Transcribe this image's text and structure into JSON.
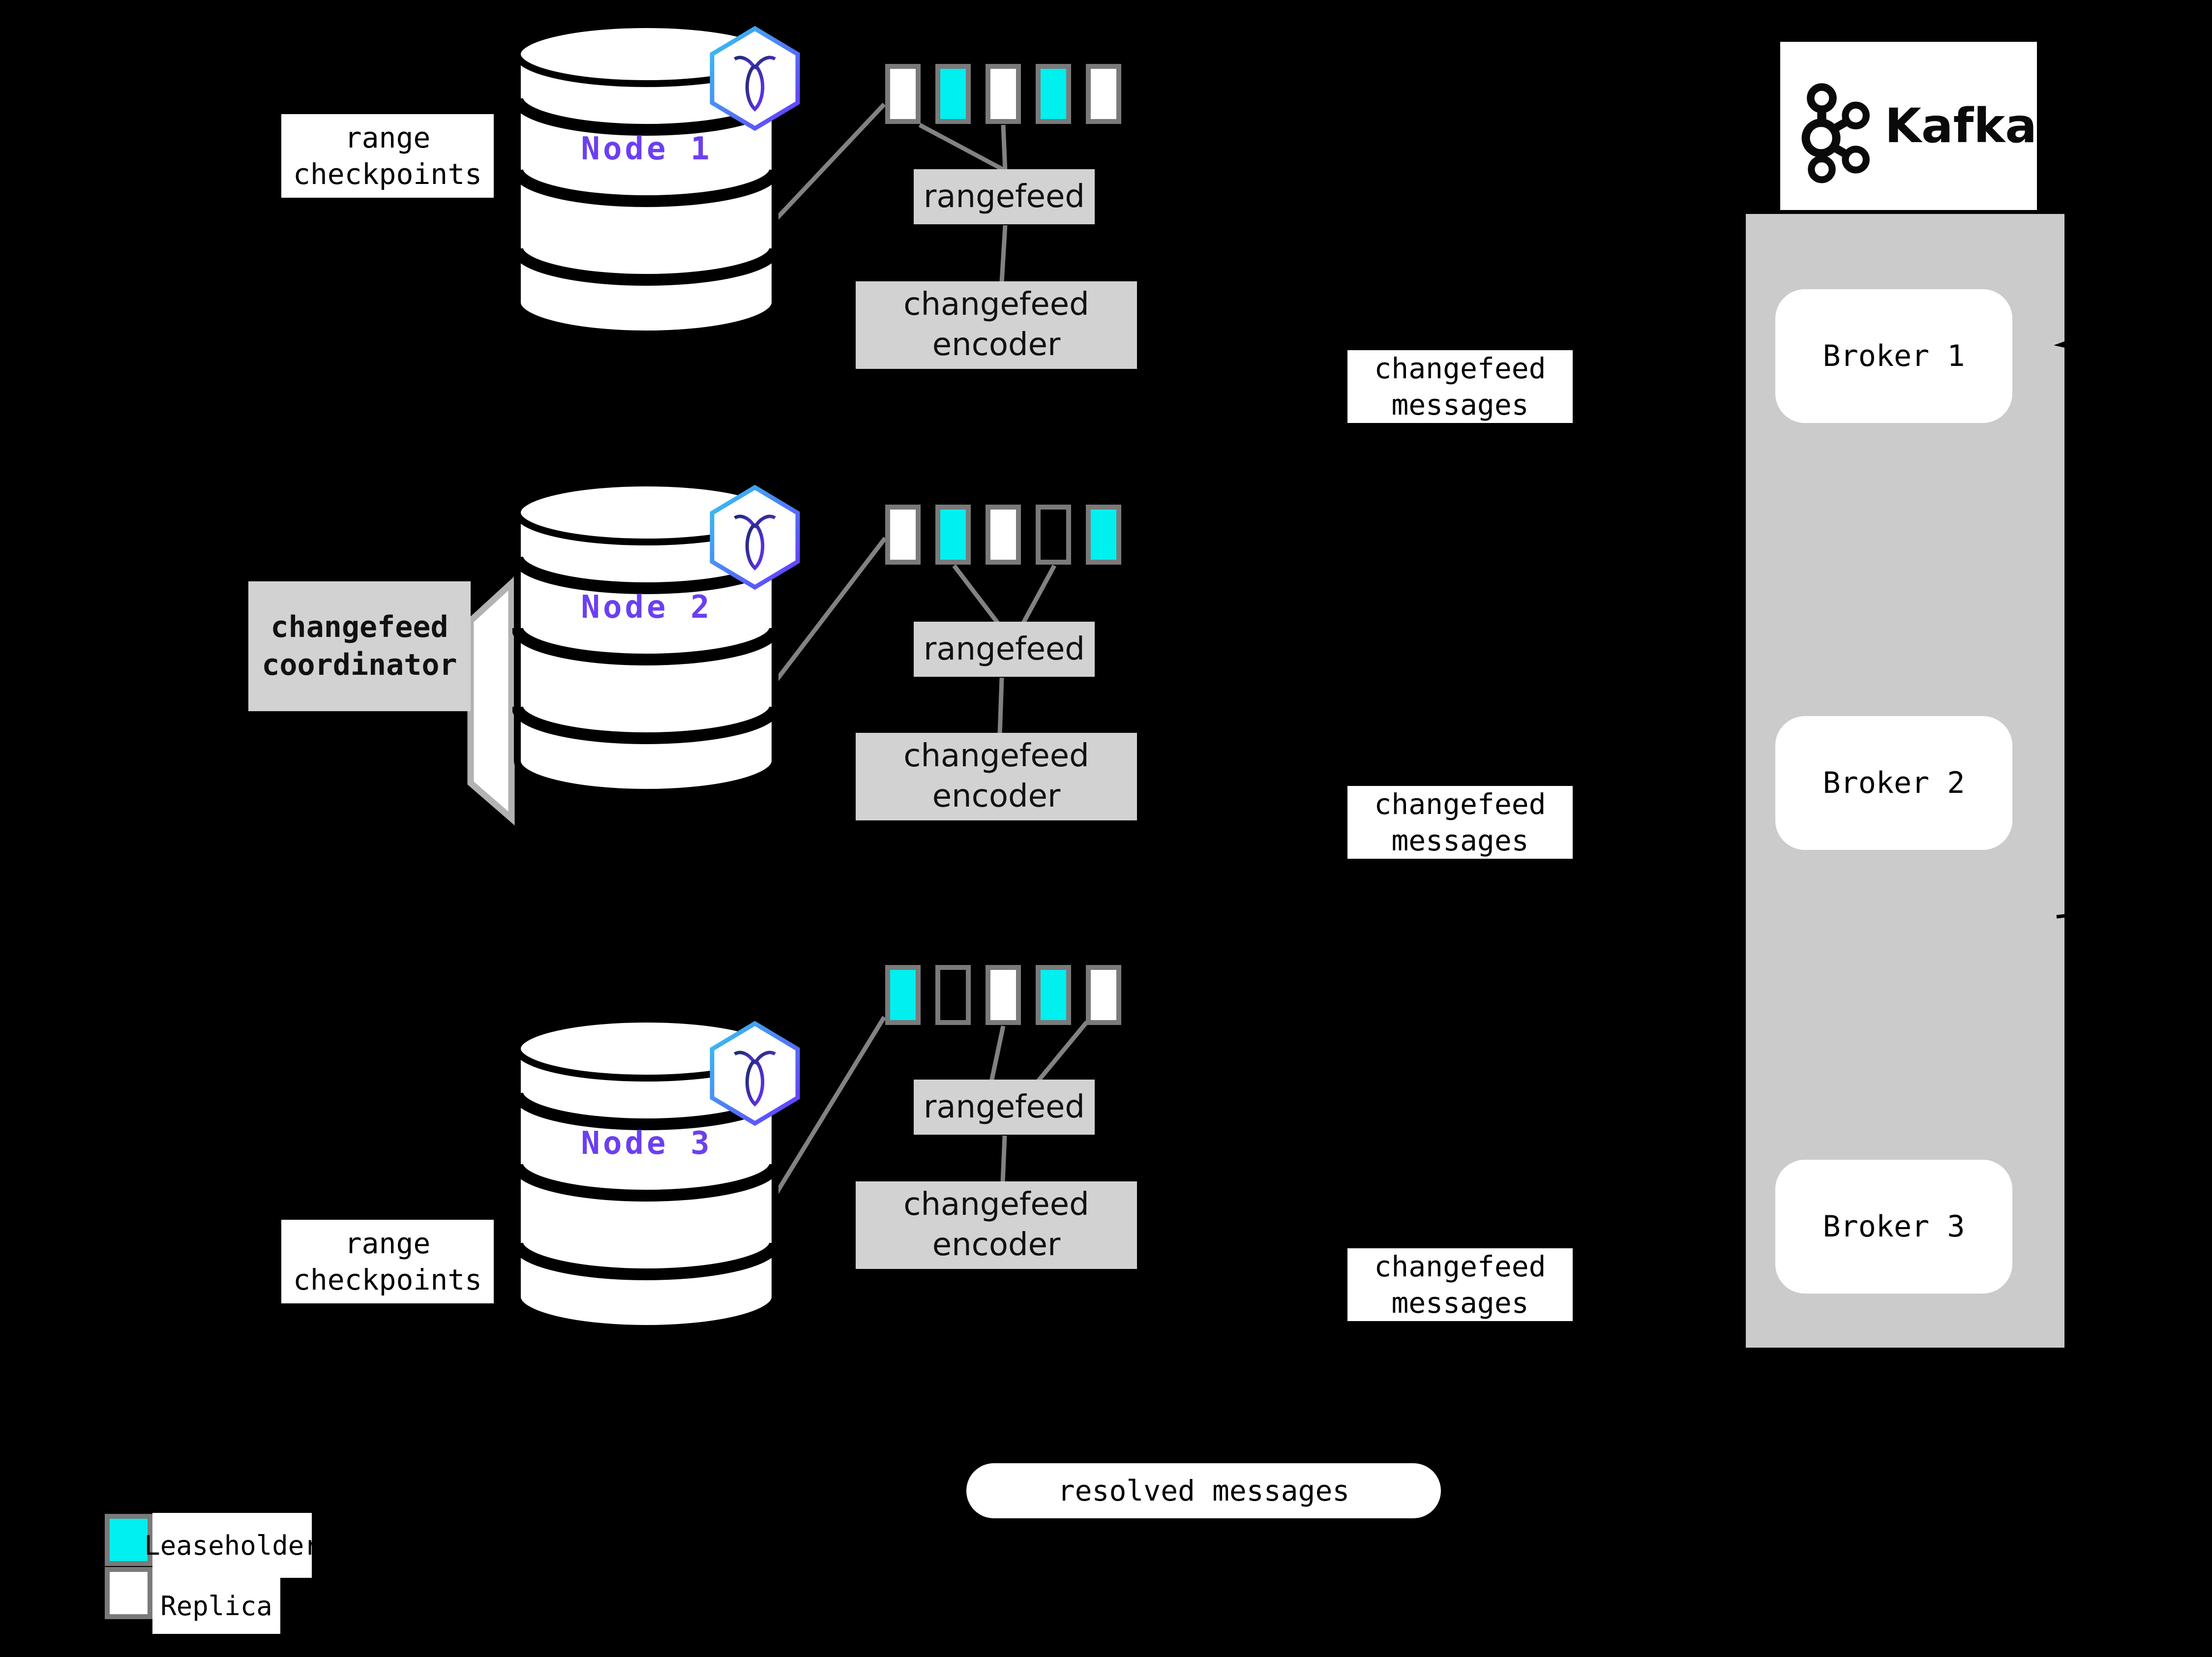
{
  "colors": {
    "leaseholder": "#00EFEF",
    "replica": "#FFFFFF",
    "accent-purple": "#6B3FF2",
    "box-gray": "#D2D2D2",
    "panel": "#CBCBCB",
    "line-gray": "#828282",
    "square-border": "#7A7A7A"
  },
  "range_checkpoints": {
    "line1": "range",
    "line2": "checkpoints"
  },
  "coordinator": {
    "line1": "changefeed",
    "line2": "coordinator"
  },
  "nodes": [
    {
      "label": "Node 1",
      "rangefeed": "rangefeed",
      "encoder_line1": "changefeed",
      "encoder_line2": "encoder",
      "messages_line1": "changefeed",
      "messages_line2": "messages",
      "ranges": [
        "replica",
        "leaseholder",
        "replica",
        "leaseholder",
        "replica"
      ]
    },
    {
      "label": "Node 2",
      "rangefeed": "rangefeed",
      "encoder_line1": "changefeed",
      "encoder_line2": "encoder",
      "messages_line1": "changefeed",
      "messages_line2": "messages",
      "ranges": [
        "replica",
        "leaseholder",
        "replica",
        "empty",
        "leaseholder"
      ]
    },
    {
      "label": "Node 3",
      "rangefeed": "rangefeed",
      "encoder_line1": "changefeed",
      "encoder_line2": "encoder",
      "messages_line1": "changefeed",
      "messages_line2": "messages",
      "ranges": [
        "leaseholder",
        "empty",
        "replica",
        "leaseholder",
        "replica"
      ]
    }
  ],
  "kafka": {
    "brand": "Kafka",
    "brokers": [
      "Broker 1",
      "Broker 2",
      "Broker 3"
    ]
  },
  "resolved_label": "resolved messages",
  "legend": [
    {
      "type": "leaseholder",
      "label": "Leaseholder"
    },
    {
      "type": "replica",
      "label": "Replica"
    }
  ]
}
